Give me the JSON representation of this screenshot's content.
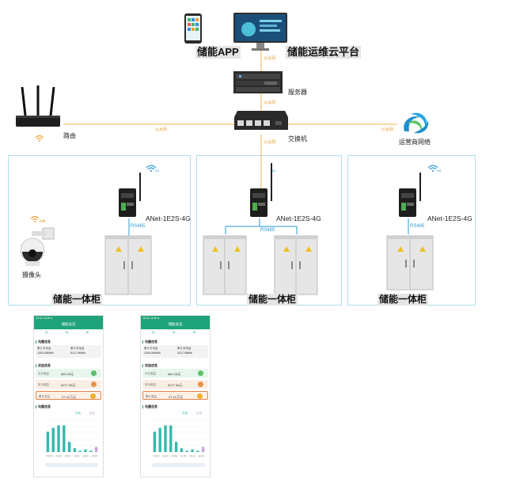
{
  "labels": {
    "app": "储能APP",
    "cloud": "储能运维云平台",
    "server": "服务器",
    "router": "路由",
    "switch": "交换机",
    "operator": "运营商网络",
    "camera": "摄像头",
    "cabinet1": "储能一体柜",
    "cabinet2": "储能一体柜",
    "cabinet3": "储能一体柜",
    "device1": "ANet-1E2S-4G",
    "device2": "ANet-1E2S-4G",
    "device3": "ANet-1E2S-4G",
    "rs485_1": "RS485",
    "rs485_2": "RS485",
    "rs485_3": "RS485",
    "link_cloud": "以太网",
    "link_server": "以太网",
    "link_router": "以太网",
    "link_operator": "以太网",
    "link_switch_down": "以太网",
    "wifi": "wifi",
    "sig_4g_1": "4G",
    "sig_4g_2": "4G",
    "sig_4g_3": "4G"
  },
  "phone": {
    "time": "10:21 11:09 ●",
    "header": "储能总览",
    "tabs": [
      "日",
      "月",
      "年"
    ],
    "section1": "电量信息",
    "today_charge_k": "累计充电量",
    "today_charge_v": "1000.00MWh",
    "total_charge_k": "累计放电量",
    "total_charge_v": "513.74MWh",
    "section2": "收益信息",
    "row1_k": "今日收益",
    "row1_v": "660.25元",
    "row2_k": "本月收益",
    "row2_v": "6377.36元",
    "row3_k": "累计收益",
    "row3_v": "37.41万元",
    "section3": "电量信息",
    "legend1": "充电",
    "legend2": "放电",
    "colors": {
      "primary": "#1fa37a",
      "bar": "#33b9ae",
      "alt": "#c9a3d9",
      "highlight": "#e8824a"
    }
  },
  "chart_data": {
    "type": "bar",
    "categories": [
      "00:00",
      "04:00",
      "08:00",
      "12:00",
      "16:00",
      "20:00"
    ],
    "series": [
      {
        "name": "充电",
        "values": [
          1.6,
          1.9,
          2.1,
          2.1,
          0.8,
          0.3,
          0.1,
          0.2,
          0.1,
          0.0
        ]
      },
      {
        "name": "放电",
        "values": [
          0.0,
          0.0,
          0.0,
          0.0,
          0.0,
          0.0,
          0.0,
          0.0,
          0.0,
          0.4
        ]
      }
    ],
    "ylim": [
      0,
      2.5
    ]
  }
}
